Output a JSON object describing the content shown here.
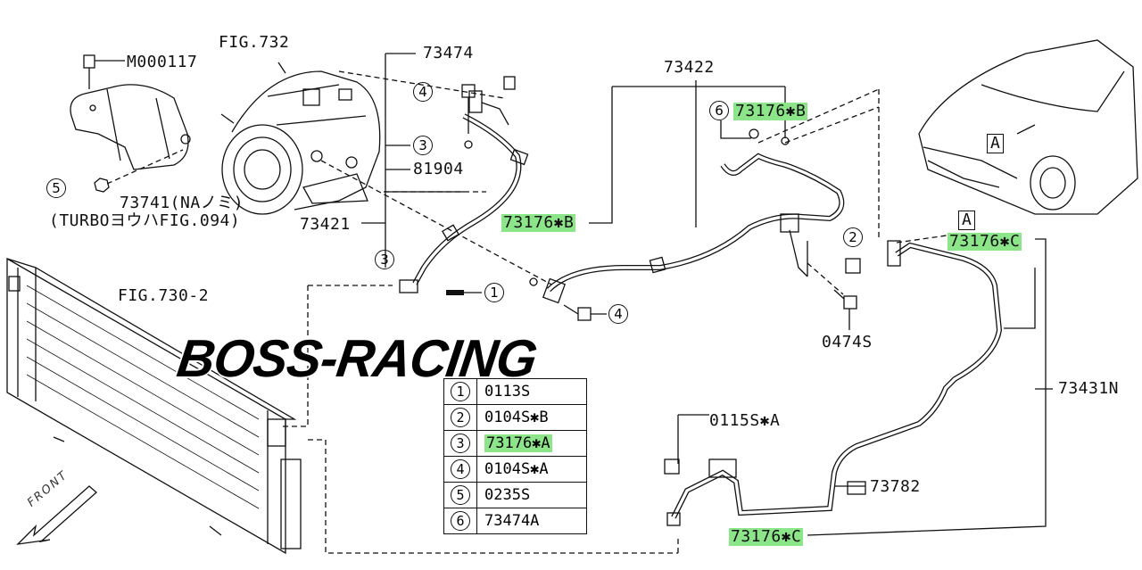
{
  "labels": {
    "fig_732": "FIG.732",
    "m000117": "M000117",
    "l73741a": "73741(NAノミ)",
    "l73741b": "(TURBOヨウハFIG.094)",
    "l73474": "73474",
    "l81904": "81904",
    "l73421": "73421",
    "l73422": "73422",
    "l73176b_top": "73176✱B",
    "l73176b_mid": "73176✱B",
    "l73176c_top": "73176✱C",
    "l73176c_bot": "73176✱C",
    "area_a1": "A",
    "area_a2": "A",
    "l0474s": "0474S",
    "fig_730": "FIG.730-2",
    "l73431n": "73431N",
    "l0115s": "0115S✱A",
    "l73782": "73782",
    "c1": "1",
    "c2": "2",
    "c3a": "3",
    "c3b": "3",
    "c4a": "4",
    "c4b": "4",
    "c5": "5",
    "c6": "6",
    "front": "FRONT"
  },
  "watermark": "BOSS-RACING",
  "legend": [
    {
      "num": "1",
      "code": "0113S",
      "highlight": false
    },
    {
      "num": "2",
      "code": "0104S✱B",
      "highlight": false
    },
    {
      "num": "3",
      "code": "73176✱A",
      "highlight": true
    },
    {
      "num": "4",
      "code": "0104S✱A",
      "highlight": false
    },
    {
      "num": "5",
      "code": "0235S",
      "highlight": false
    },
    {
      "num": "6",
      "code": "73474A",
      "highlight": false
    }
  ],
  "colors": {
    "highlight": "#8de58a",
    "line": "#111111"
  }
}
